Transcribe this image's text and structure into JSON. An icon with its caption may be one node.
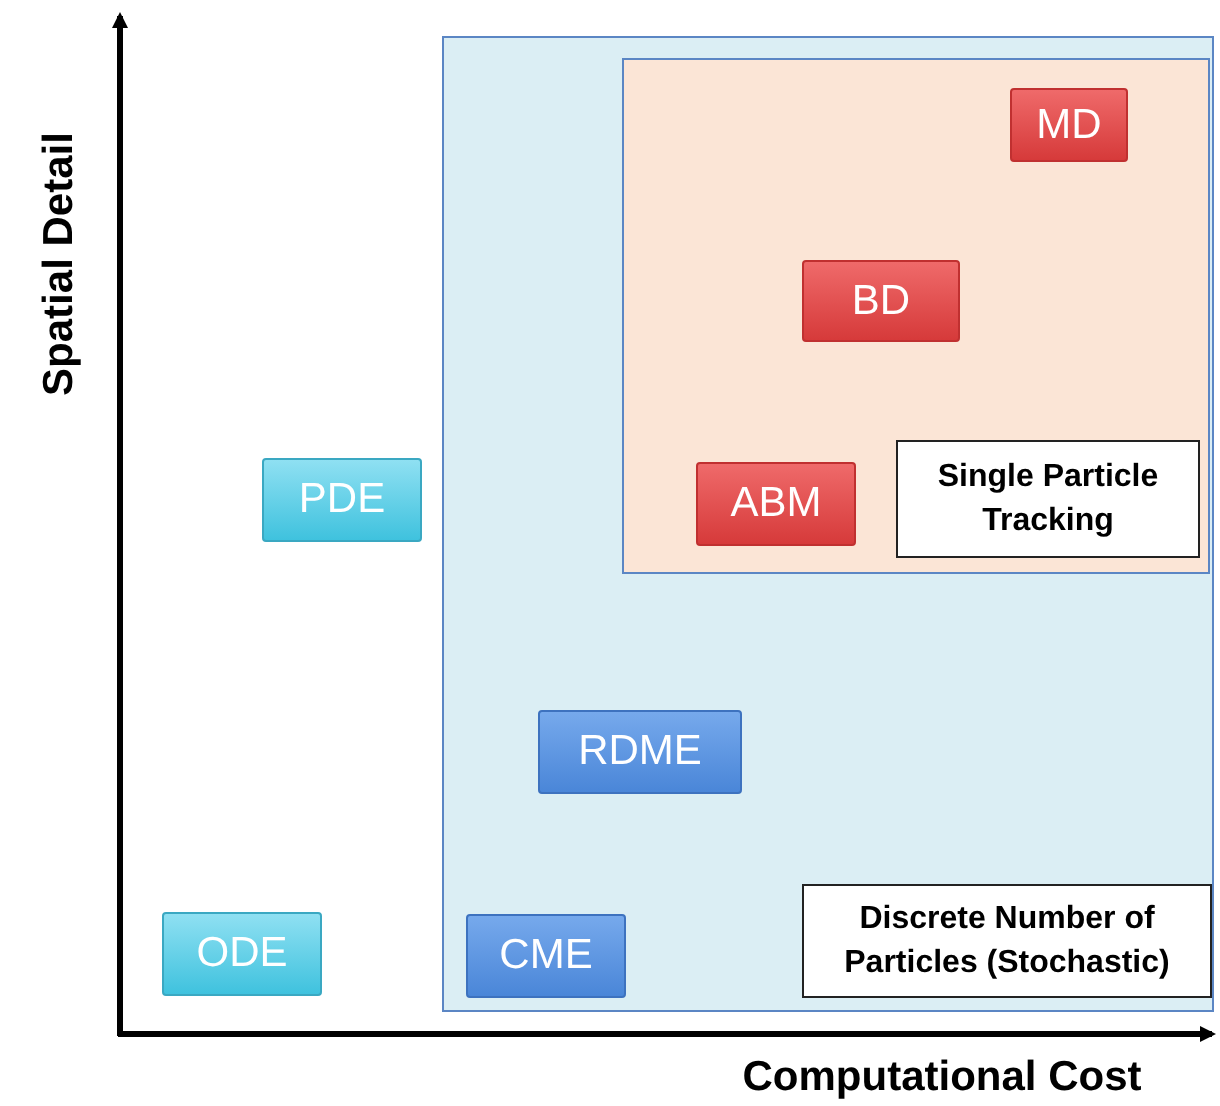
{
  "diagram": {
    "nodes": [
      {
        "text": [
          "Discrete Number of Particles (Stochastic)"
        ]
      },
      {
        "text": [
          "Single Particle Tracking"
        ],
        "in": 0
      },
      {
        "text": [
          "MD"
        ],
        "in": 1
      },
      {
        "text": [
          "BD"
        ],
        "in": 1
      },
      {
        "text": [
          "ABM"
        ],
        "in": 1
      },
      {
        "text": [
          "PDE"
        ]
      },
      {
        "text": [
          "RDME"
        ],
        "in": 0
      },
      {
        "text": [
          "ODE"
        ]
      },
      {
        "text": [
          "CME"
        ],
        "in": 0
      }
    ],
    "edges": [],
    "labels": [
      "Spatial Detail",
      "Computational Cost"
    ]
  }
}
